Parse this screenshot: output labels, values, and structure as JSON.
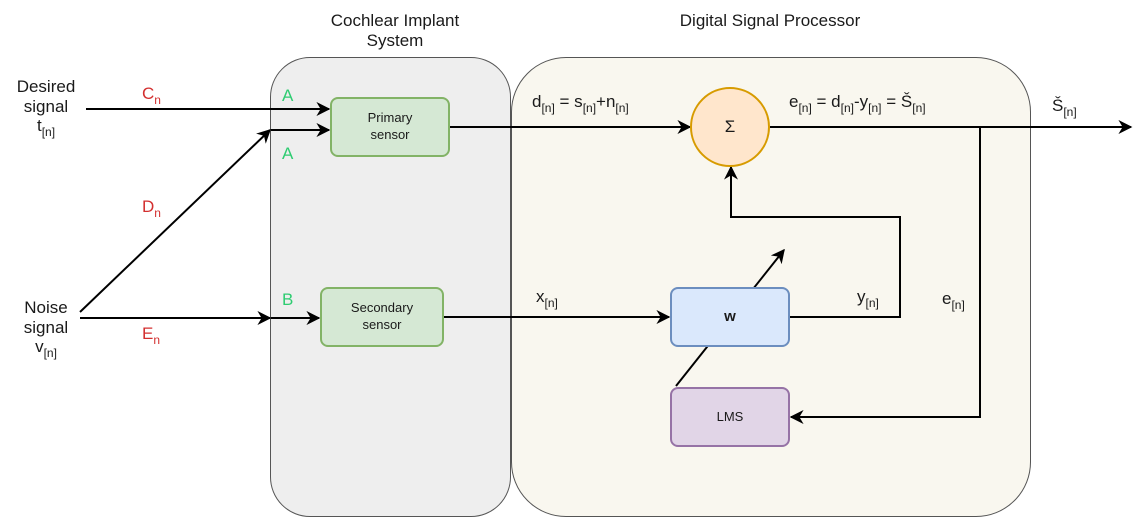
{
  "groups": {
    "cochlear": {
      "title_line1": "Cochlear Implant",
      "title_line2": "System"
    },
    "dsp": {
      "title": "Digital Signal Processor"
    }
  },
  "inputs": {
    "desired": {
      "line1": "Desired",
      "line2": "signal",
      "var": "t",
      "sub": "[n]"
    },
    "noise": {
      "line1": "Noise",
      "line2": "signal",
      "var": "v",
      "sub": "[n]"
    }
  },
  "paths": {
    "c": {
      "var": "C",
      "sub": "n"
    },
    "d": {
      "var": "D",
      "sub": "n"
    },
    "e": {
      "var": "E",
      "sub": "n"
    }
  },
  "ports": {
    "a1": "A",
    "a2": "A",
    "b": "B"
  },
  "blocks": {
    "primary": {
      "line1": "Primary",
      "line2": "sensor"
    },
    "secondary": {
      "line1": "Secondary",
      "line2": "sensor"
    },
    "sum": {
      "symbol": "Σ"
    },
    "w": {
      "label": "w"
    },
    "lms": {
      "label": "LMS"
    }
  },
  "signals": {
    "d_eq": {
      "v1": "d",
      "s1": "[n]",
      "eq": " = s",
      "s2": "[n]",
      "plus": "+n",
      "s3": "[n]"
    },
    "e_eq": {
      "v1": "e",
      "s1": "[n]",
      "eq": " = d",
      "s2": "[n]",
      "minus": "-y",
      "s3": "[n]",
      "eq2": " = Š",
      "s4": "[n]"
    },
    "x": {
      "var": "x",
      "sub": "[n]"
    },
    "y": {
      "var": "y",
      "sub": "[n]"
    },
    "e": {
      "var": "e",
      "sub": "[n]"
    },
    "out": {
      "var": "Š",
      "sub": "[n]"
    }
  },
  "colors": {
    "path_label": "#d32f2f",
    "port_label": "#2ecc71",
    "sensor_fill": "#d5e8d4",
    "sensor_stroke": "#82b366",
    "sum_fill": "#ffe6cc",
    "sum_stroke": "#d79b00",
    "w_fill": "#dae8fc",
    "w_stroke": "#6c8ebf",
    "lms_fill": "#e1d5e7",
    "lms_stroke": "#9673a6",
    "cochlear_fill": "#eeeeee",
    "dsp_fill": "#f9f7ef"
  }
}
